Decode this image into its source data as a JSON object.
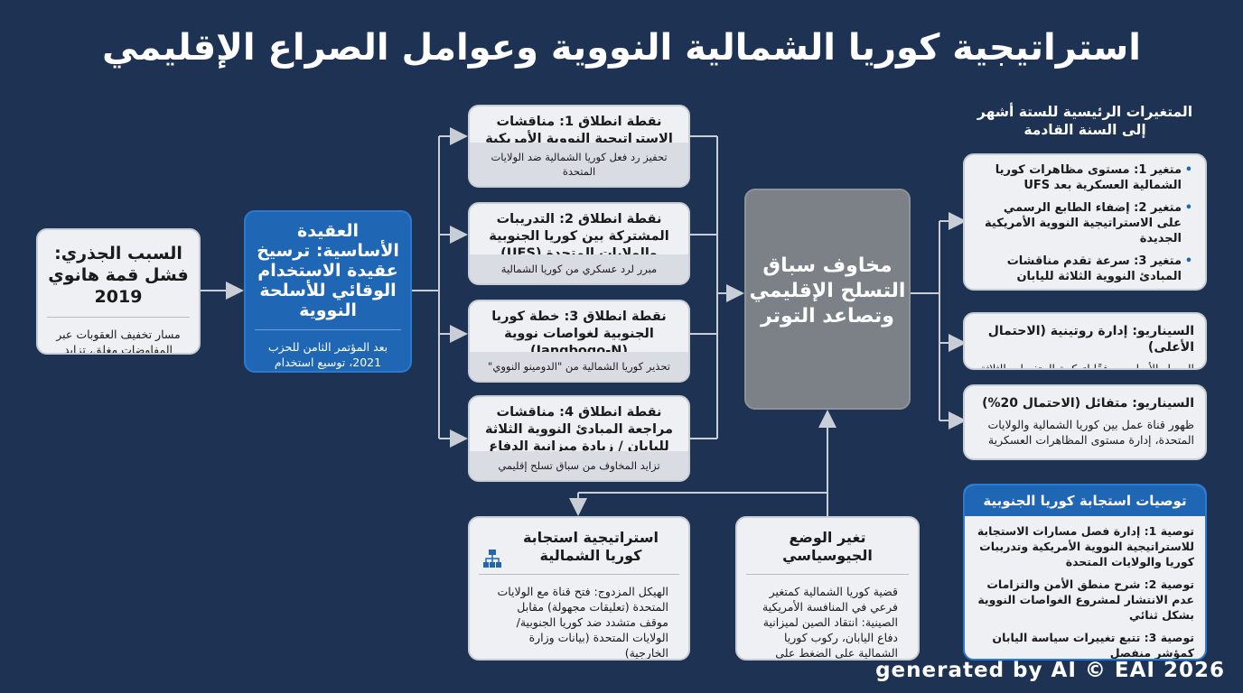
{
  "title": "استراتيجية كوريا الشمالية النووية وعوامل الصراع الإقليمي",
  "root_cause": {
    "heading": "السبب الجذري: فشل قمة هانوي 2019",
    "detail": "مسار تخفيف العقوبات عبر المفاوضات مغلق، تزايد شعور"
  },
  "core_doctrine": {
    "heading": "العقيدة الأساسية: ترسيخ عقيدة الاستخدام الوقائي للأسلحة النووية",
    "detail": "بعد المؤتمر الثامن للحزب 2021، توسيع استخدام القوة النووية"
  },
  "triggers": [
    {
      "heading": "نقطة انطلاق 1: مناقشات الاستراتيجية النووية الأمريكية الجديدة",
      "detail": "تحفيز رد فعل كوريا الشمالية ضد الولايات المتحدة"
    },
    {
      "heading": "نقطة انطلاق 2: التدريبات المشتركة بين كوريا الجنوبية والولايات المتحدة (UFS)",
      "detail": "مبرر لرد عسكري من كوريا الشمالية"
    },
    {
      "heading": "نقطة انطلاق 3: خطة كوريا الجنوبية لغواصات نووية (Jangbogo-N)",
      "detail": "تحذير كوريا الشمالية من \"الدومينو النووي\""
    },
    {
      "heading": "نقطة انطلاق 4: مناقشات مراجعة المبادئ النووية الثلاثة لليابان / زيادة ميزانية الدفاع",
      "detail": "تزايد المخاوف من سباق تسلح إقليمي"
    }
  ],
  "center": {
    "label": "مخاوف سباق التسلح الإقليمي وتصاعد التوتر"
  },
  "variables": {
    "title": "المتغيرات الرئيسية للستة أشهر إلى السنة القادمة",
    "items": [
      "متغير 1: مستوى مظاهرات كوريا الشمالية العسكرية بعد UFS",
      "متغير 2: إضفاء الطابع الرسمي على الاستراتيجية النووية الأمريكية الجديدة",
      "متغير 3: سرعة تقدم مناقشات المبادئ النووية الثلاثة لليابان"
    ]
  },
  "scenarios": [
    {
      "heading": "السيناريو: إدارة روتينية (الاحتمال الأعلى)",
      "detail": "المسار الأساسي وفقًا لتركيبة المتغيرات الثلاثة"
    },
    {
      "heading": "السيناريو: متفائل (الاحتمال 20%)",
      "detail": "ظهور قناة عمل بين كوريا الشمالية والولايات المتحدة، إدارة مستوى المظاهرات العسكرية"
    }
  ],
  "recommendations": {
    "title": "توصيات استجابة كوريا الجنوبية",
    "items": [
      "توصية 1: إدارة فصل مسارات الاستجابة للاستراتيجية النووية الأمريكية وتدريبات كوريا والولايات المتحدة",
      "توصية 2: شرح منطق الأمن والتزامات عدم الانتشار لمشروع الغواصات النووية بشكل ثنائي",
      "توصية 3: تتبع تغييرات سياسة اليابان كمؤشر منفصل"
    ]
  },
  "nk_response": {
    "heading": "استراتيجية استجابة كوريا الشمالية",
    "detail": "الهيكل المزدوج: فتح قناة مع الولايات المتحدة (تعليقات مجهولة) مقابل موقف متشدد ضد كوريا الجنوبية/الولايات المتحدة (بيانات وزارة الخارجية)",
    "icon": "org-chart-icon"
  },
  "geopolitics": {
    "heading": "تغير الوضع الجيوسياسي",
    "detail": "قضية كوريا الشمالية كمتغير فرعي في المنافسة الأمريكية الصينية: انتقاد الصين لميزانية دفاع اليابان، ركوب كوريا الشمالية على الضغط على اليابان"
  },
  "watermark": "generated by AI © EAI 2026",
  "colors": {
    "background": "#1e3354",
    "accent": "#1f66b4",
    "center": "#7c8087",
    "card": "#eef0f3"
  }
}
